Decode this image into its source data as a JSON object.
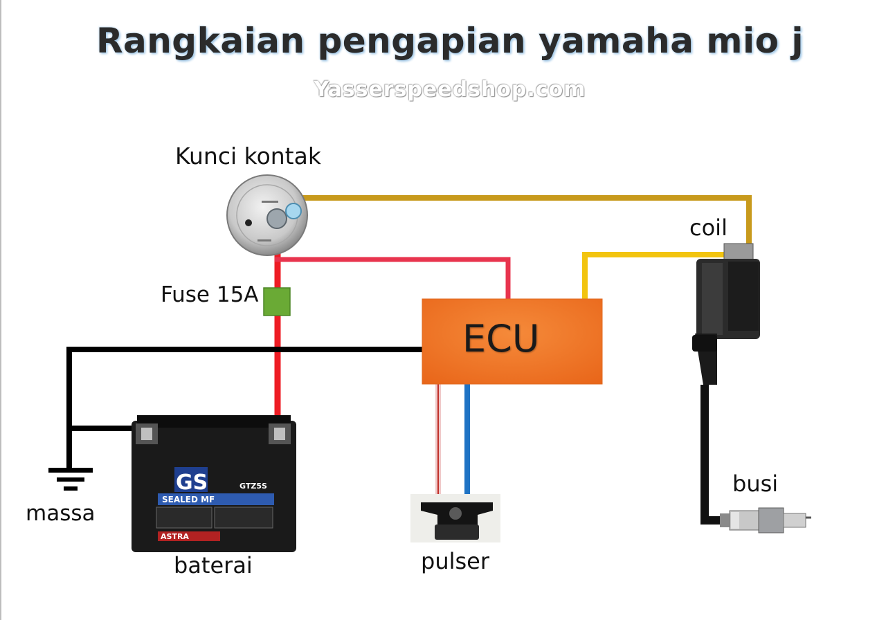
{
  "title": "Rangkaian  pengapian yamaha mio j",
  "watermark": "Yasserspeedshop.com",
  "labels": {
    "ignition_switch": "Kunci kontak",
    "fuse": "Fuse 15A",
    "ecu": "ECU",
    "coil": "coil",
    "spark_plug": "busi",
    "ground": "massa",
    "battery": "baterai",
    "pulser": "pulser"
  },
  "battery_markings": {
    "brand": "GS",
    "type": "SEALED MF",
    "model": "GTZ5S",
    "maker": "ASTRA"
  },
  "colors": {
    "wire_ignition_feed": "#c89a1c",
    "wire_coil_signal": "#f2c40f",
    "wire_power": "#ee1c24",
    "wire_ecu_feed": "#e8344e",
    "wire_ground": "#000000",
    "wire_pulser_signal": "#1f73c4",
    "wire_pulser_return": "#f0c8c8",
    "ecu_box": "#f07a2e",
    "fuse": "#6aaa35"
  }
}
